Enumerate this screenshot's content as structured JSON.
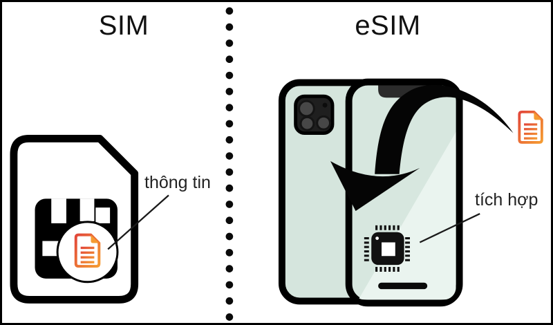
{
  "left_panel": {
    "title": "SIM",
    "callout_label": "thông tin",
    "description": "physical SIM card with information document icon inside a magnifier circle"
  },
  "right_panel": {
    "title": "eSIM",
    "callout_label": "tích hợp",
    "description": "phone back and front with arrow moving a document into an embedded chip"
  },
  "divider": {
    "style": "vertical dotted line",
    "dot_count": 20
  },
  "icons": {
    "left": [
      "sim-card-icon",
      "sim-chip-contacts",
      "magnifier-circle",
      "document-icon"
    ],
    "right": [
      "phone-back-icon",
      "camera-module-icon",
      "phone-front-icon",
      "notch",
      "home-bar",
      "chip-icon",
      "curved-arrow-icon",
      "document-icon"
    ]
  },
  "colors": {
    "background": "#ffffff",
    "outline": "#000000",
    "phone_body": "#d5e5dd",
    "screen_base": "#d7e7df",
    "screen_light": "#eaf4ef",
    "notch_dark": "#2b2b2b",
    "camera_body": "#1f1f1f",
    "lens_gray": "#474747",
    "doc_red": "#e2473a",
    "doc_orange": "#f59b31",
    "label_text": "#222222"
  }
}
